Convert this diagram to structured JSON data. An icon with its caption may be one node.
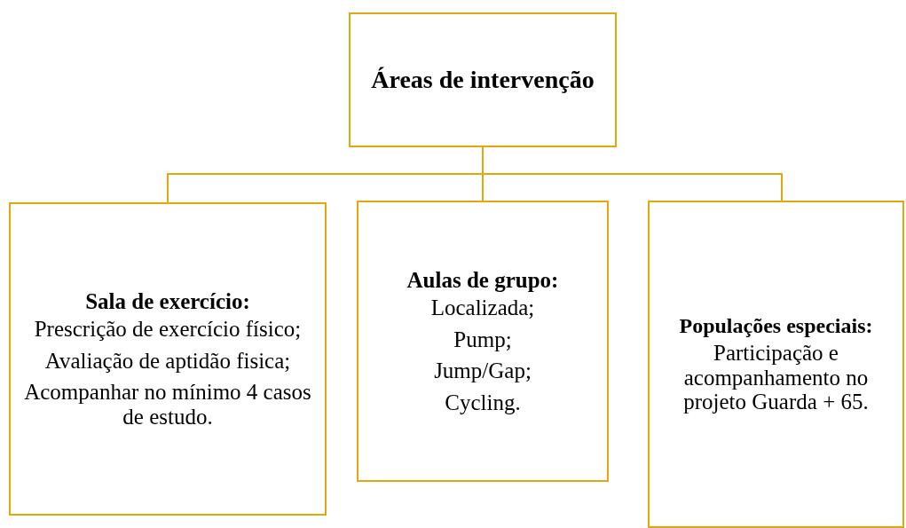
{
  "diagram": {
    "nodes": [
      {
        "text": [
          "Áreas de intervenção"
        ]
      },
      {
        "text": [
          "Sala de exercício:",
          "Prescrição de exercício físico;",
          "Avaliação de aptidão fisica;",
          "Acompanhar no mínimo 4 casos de estudo."
        ]
      },
      {
        "text": [
          "Aulas de grupo:",
          "Localizada;",
          "Pump;",
          "Jump/Gap;",
          "Cycling."
        ]
      },
      {
        "text": [
          "Populações especiais:",
          "Participação e acompanhamento no projeto Guarda + 65."
        ]
      }
    ],
    "edges": [
      {
        "from": 0,
        "to": 1,
        "arrow": "none"
      },
      {
        "from": 0,
        "to": 2,
        "arrow": "none"
      },
      {
        "from": 0,
        "to": 3,
        "arrow": "none"
      }
    ]
  }
}
